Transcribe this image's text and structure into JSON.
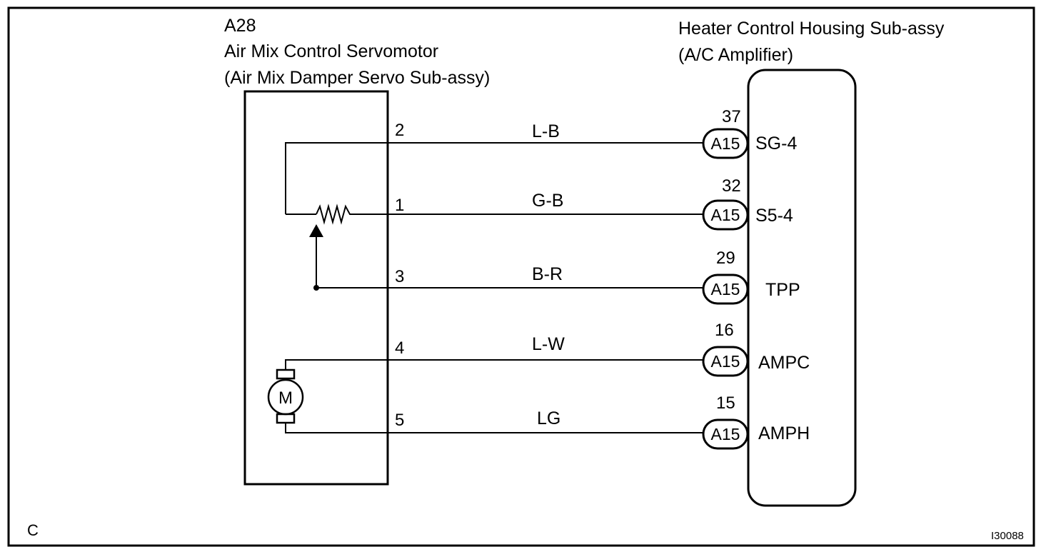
{
  "servo": {
    "code": "A28",
    "name": "Air Mix Control Servomotor",
    "sub": "(Air Mix Damper Servo Sub-assy)",
    "motor_symbol": "M"
  },
  "amplifier": {
    "name": "Heater Control Housing Sub-assy",
    "sub": "(A/C Amplifier)"
  },
  "wires": [
    {
      "servo_pin": "2",
      "color": "L-B",
      "connector": "A15",
      "amp_pin": "37",
      "terminal": "SG-4"
    },
    {
      "servo_pin": "1",
      "color": "G-B",
      "connector": "A15",
      "amp_pin": "32",
      "terminal": "S5-4"
    },
    {
      "servo_pin": "3",
      "color": "B-R",
      "connector": "A15",
      "amp_pin": "29",
      "terminal": "TPP"
    },
    {
      "servo_pin": "4",
      "color": "L-W",
      "connector": "A15",
      "amp_pin": "16",
      "terminal": "AMPC"
    },
    {
      "servo_pin": "5",
      "color": "LG",
      "connector": "A15",
      "amp_pin": "15",
      "terminal": "AMPH"
    }
  ],
  "corner_label": "C",
  "figure_id": "I30088"
}
